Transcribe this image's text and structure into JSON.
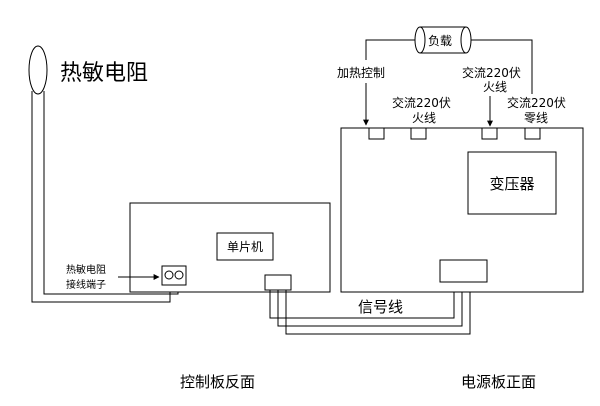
{
  "thermistor": {
    "label": "热敏电阻"
  },
  "load": {
    "label": "负载"
  },
  "heating_control": {
    "label": "加热控制"
  },
  "ac_live_top": {
    "line1": "交流220伏",
    "line2": "火线"
  },
  "ac_live_mid": {
    "line1": "交流220伏",
    "line2": "火线"
  },
  "ac_neutral": {
    "line1": "交流220伏",
    "line2": "零线"
  },
  "transformer": {
    "label": "变压器"
  },
  "mcu": {
    "label": "单片机"
  },
  "thermistor_terminal": {
    "line1": "热敏电阻",
    "line2": "接线端子"
  },
  "signal_line": {
    "label": "信号线"
  },
  "control_board": {
    "caption": "控制板反面"
  },
  "power_board": {
    "caption": "电源板正面"
  }
}
